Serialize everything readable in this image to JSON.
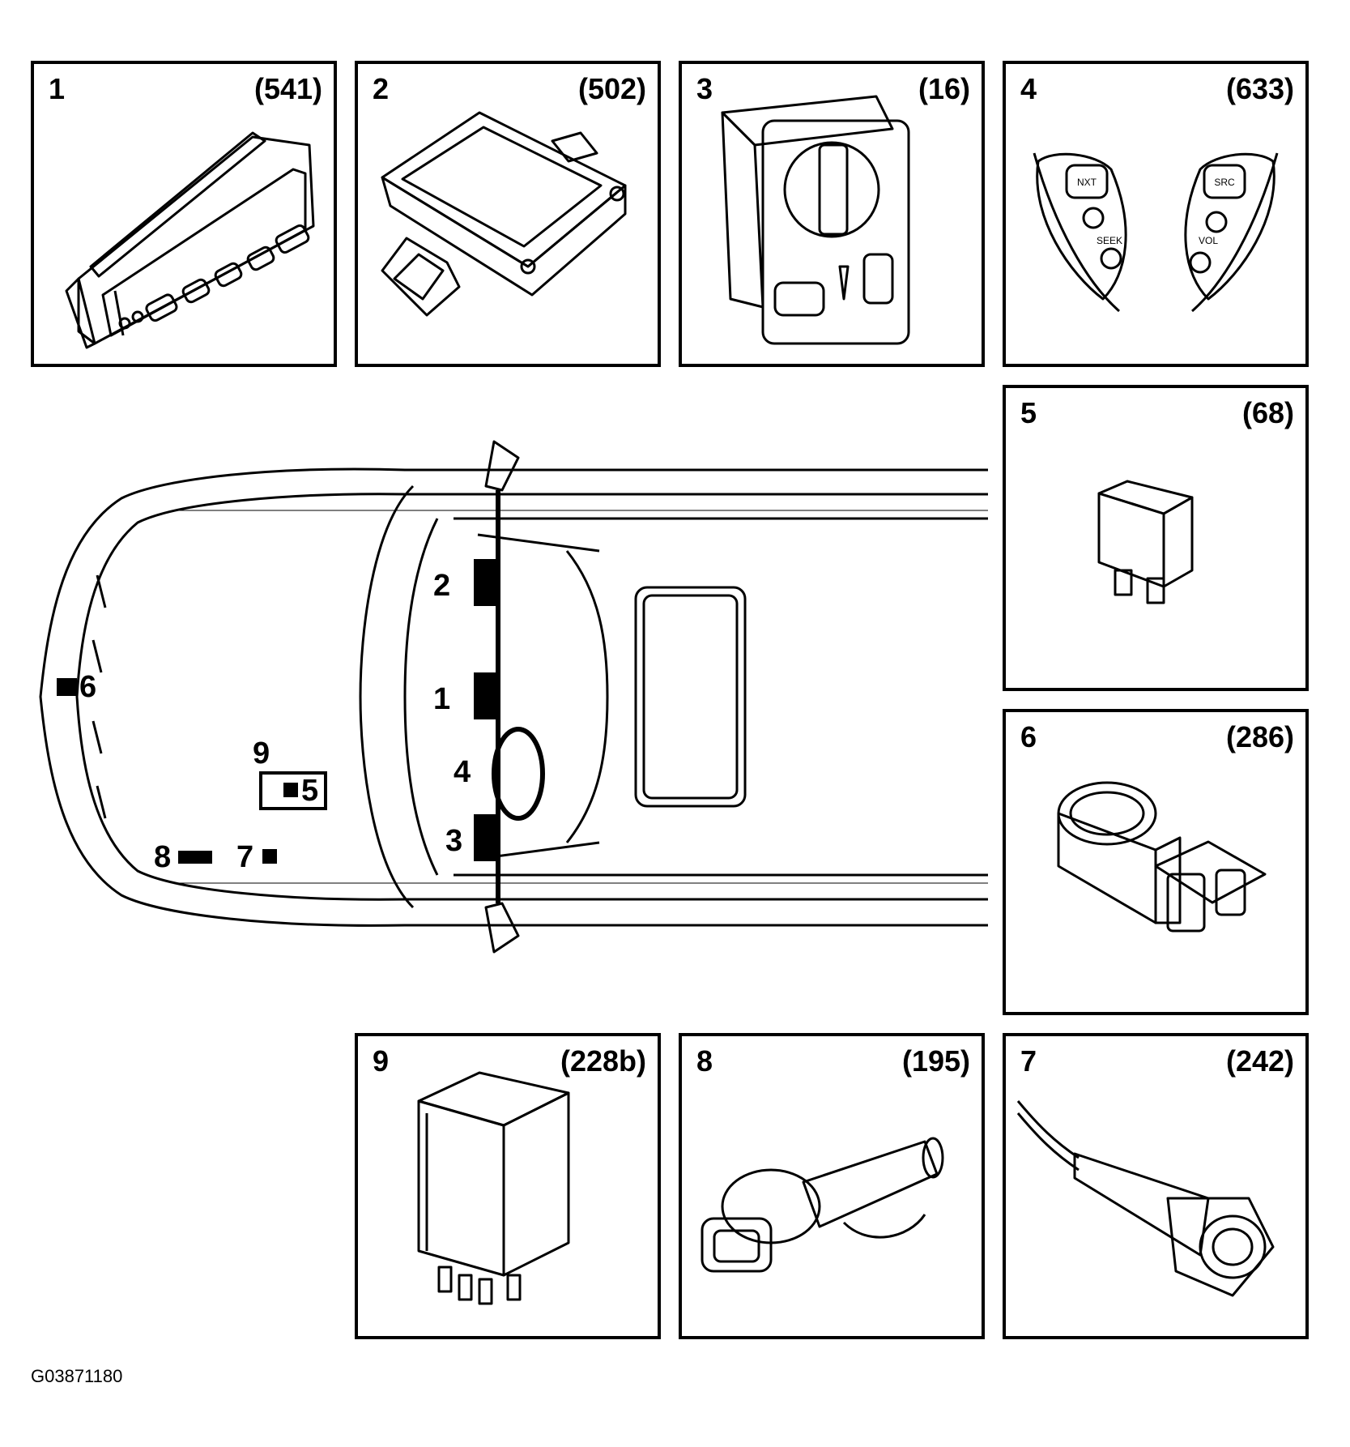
{
  "figure_id": "G03871180",
  "components": [
    {
      "num": "1",
      "code": "(541)"
    },
    {
      "num": "2",
      "code": "(502)"
    },
    {
      "num": "3",
      "code": "(16)"
    },
    {
      "num": "4",
      "code": "(633)"
    },
    {
      "num": "5",
      "code": "(68)"
    },
    {
      "num": "6",
      "code": "(286)"
    },
    {
      "num": "7",
      "code": "(242)"
    },
    {
      "num": "8",
      "code": "(195)"
    },
    {
      "num": "9",
      "code": "(228b)"
    }
  ],
  "panel_texts": {
    "switch_nxt": "NXT",
    "switch_seek": "SEEK",
    "switch_src": "SRC",
    "switch_vol": "VOL"
  },
  "car_labels": {
    "l1": "1",
    "l2": "2",
    "l3": "3",
    "l4": "4",
    "l5": "5",
    "l6": "6",
    "l7": "7",
    "l8": "8",
    "l9": "9"
  }
}
